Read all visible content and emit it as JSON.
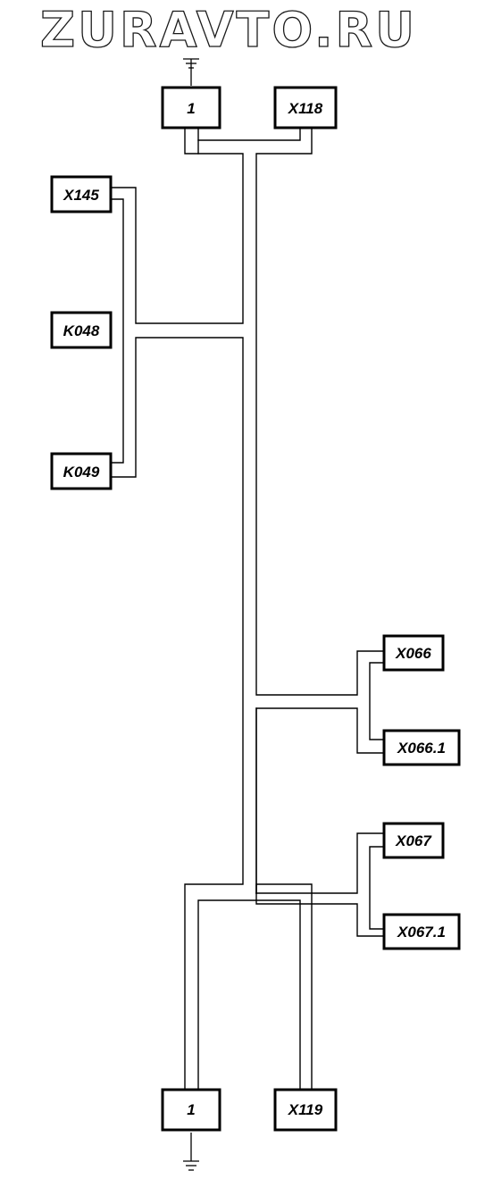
{
  "watermark": "ZURAVTO.RU",
  "components": {
    "top_ground": "1",
    "x118": "X118",
    "x145": "X145",
    "k048": "K048",
    "k049": "K049",
    "x066": "X066",
    "x066_1": "X066.1",
    "x067": "X067",
    "x067_1": "X067.1",
    "bottom_ground": "1",
    "x119": "X119"
  },
  "colors": {
    "line": "#000000",
    "background": "#ffffff"
  }
}
